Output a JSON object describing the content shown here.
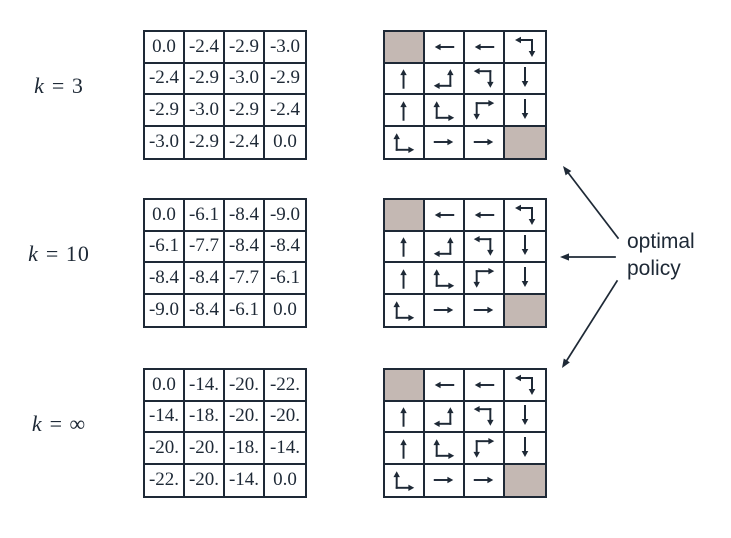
{
  "figure": {
    "colors": {
      "ink": "#1e2936",
      "terminal_fill": "#c4b8b3",
      "background": "#ffffff"
    },
    "annotation": {
      "text": "optimal\npolicy"
    },
    "rows": [
      {
        "id": "k3",
        "label": "k = 3",
        "values": [
          [
            "0.0",
            "-2.4",
            "-2.9",
            "-3.0"
          ],
          [
            "-2.4",
            "-2.9",
            "-3.0",
            "-2.9"
          ],
          [
            "-2.9",
            "-3.0",
            "-2.9",
            "-2.4"
          ],
          [
            "-3.0",
            "-2.9",
            "-2.4",
            "0.0"
          ]
        ],
        "policy": [
          [
            "terminal",
            "left",
            "left",
            "left-down"
          ],
          [
            "up",
            "up-left",
            "left-down",
            "down"
          ],
          [
            "up",
            "up-right",
            "right-down",
            "down"
          ],
          [
            "up-right",
            "right",
            "right",
            "terminal"
          ]
        ]
      },
      {
        "id": "k10",
        "label": "k = 10",
        "values": [
          [
            "0.0",
            "-6.1",
            "-8.4",
            "-9.0"
          ],
          [
            "-6.1",
            "-7.7",
            "-8.4",
            "-8.4"
          ],
          [
            "-8.4",
            "-8.4",
            "-7.7",
            "-6.1"
          ],
          [
            "-9.0",
            "-8.4",
            "-6.1",
            "0.0"
          ]
        ],
        "policy": [
          [
            "terminal",
            "left",
            "left",
            "left-down"
          ],
          [
            "up",
            "up-left",
            "left-down",
            "down"
          ],
          [
            "up",
            "up-right",
            "right-down",
            "down"
          ],
          [
            "up-right",
            "right",
            "right",
            "terminal"
          ]
        ]
      },
      {
        "id": "kinf",
        "label": "k = ∞",
        "values": [
          [
            "0.0",
            "-14.",
            "-20.",
            "-22."
          ],
          [
            "-14.",
            "-18.",
            "-20.",
            "-20."
          ],
          [
            "-20.",
            "-20.",
            "-18.",
            "-14."
          ],
          [
            "-22.",
            "-20.",
            "-14.",
            "0.0"
          ]
        ],
        "policy": [
          [
            "terminal",
            "left",
            "left",
            "left-down"
          ],
          [
            "up",
            "up-left",
            "left-down",
            "down"
          ],
          [
            "up",
            "up-right",
            "right-down",
            "down"
          ],
          [
            "up-right",
            "right",
            "right",
            "terminal"
          ]
        ]
      }
    ]
  }
}
